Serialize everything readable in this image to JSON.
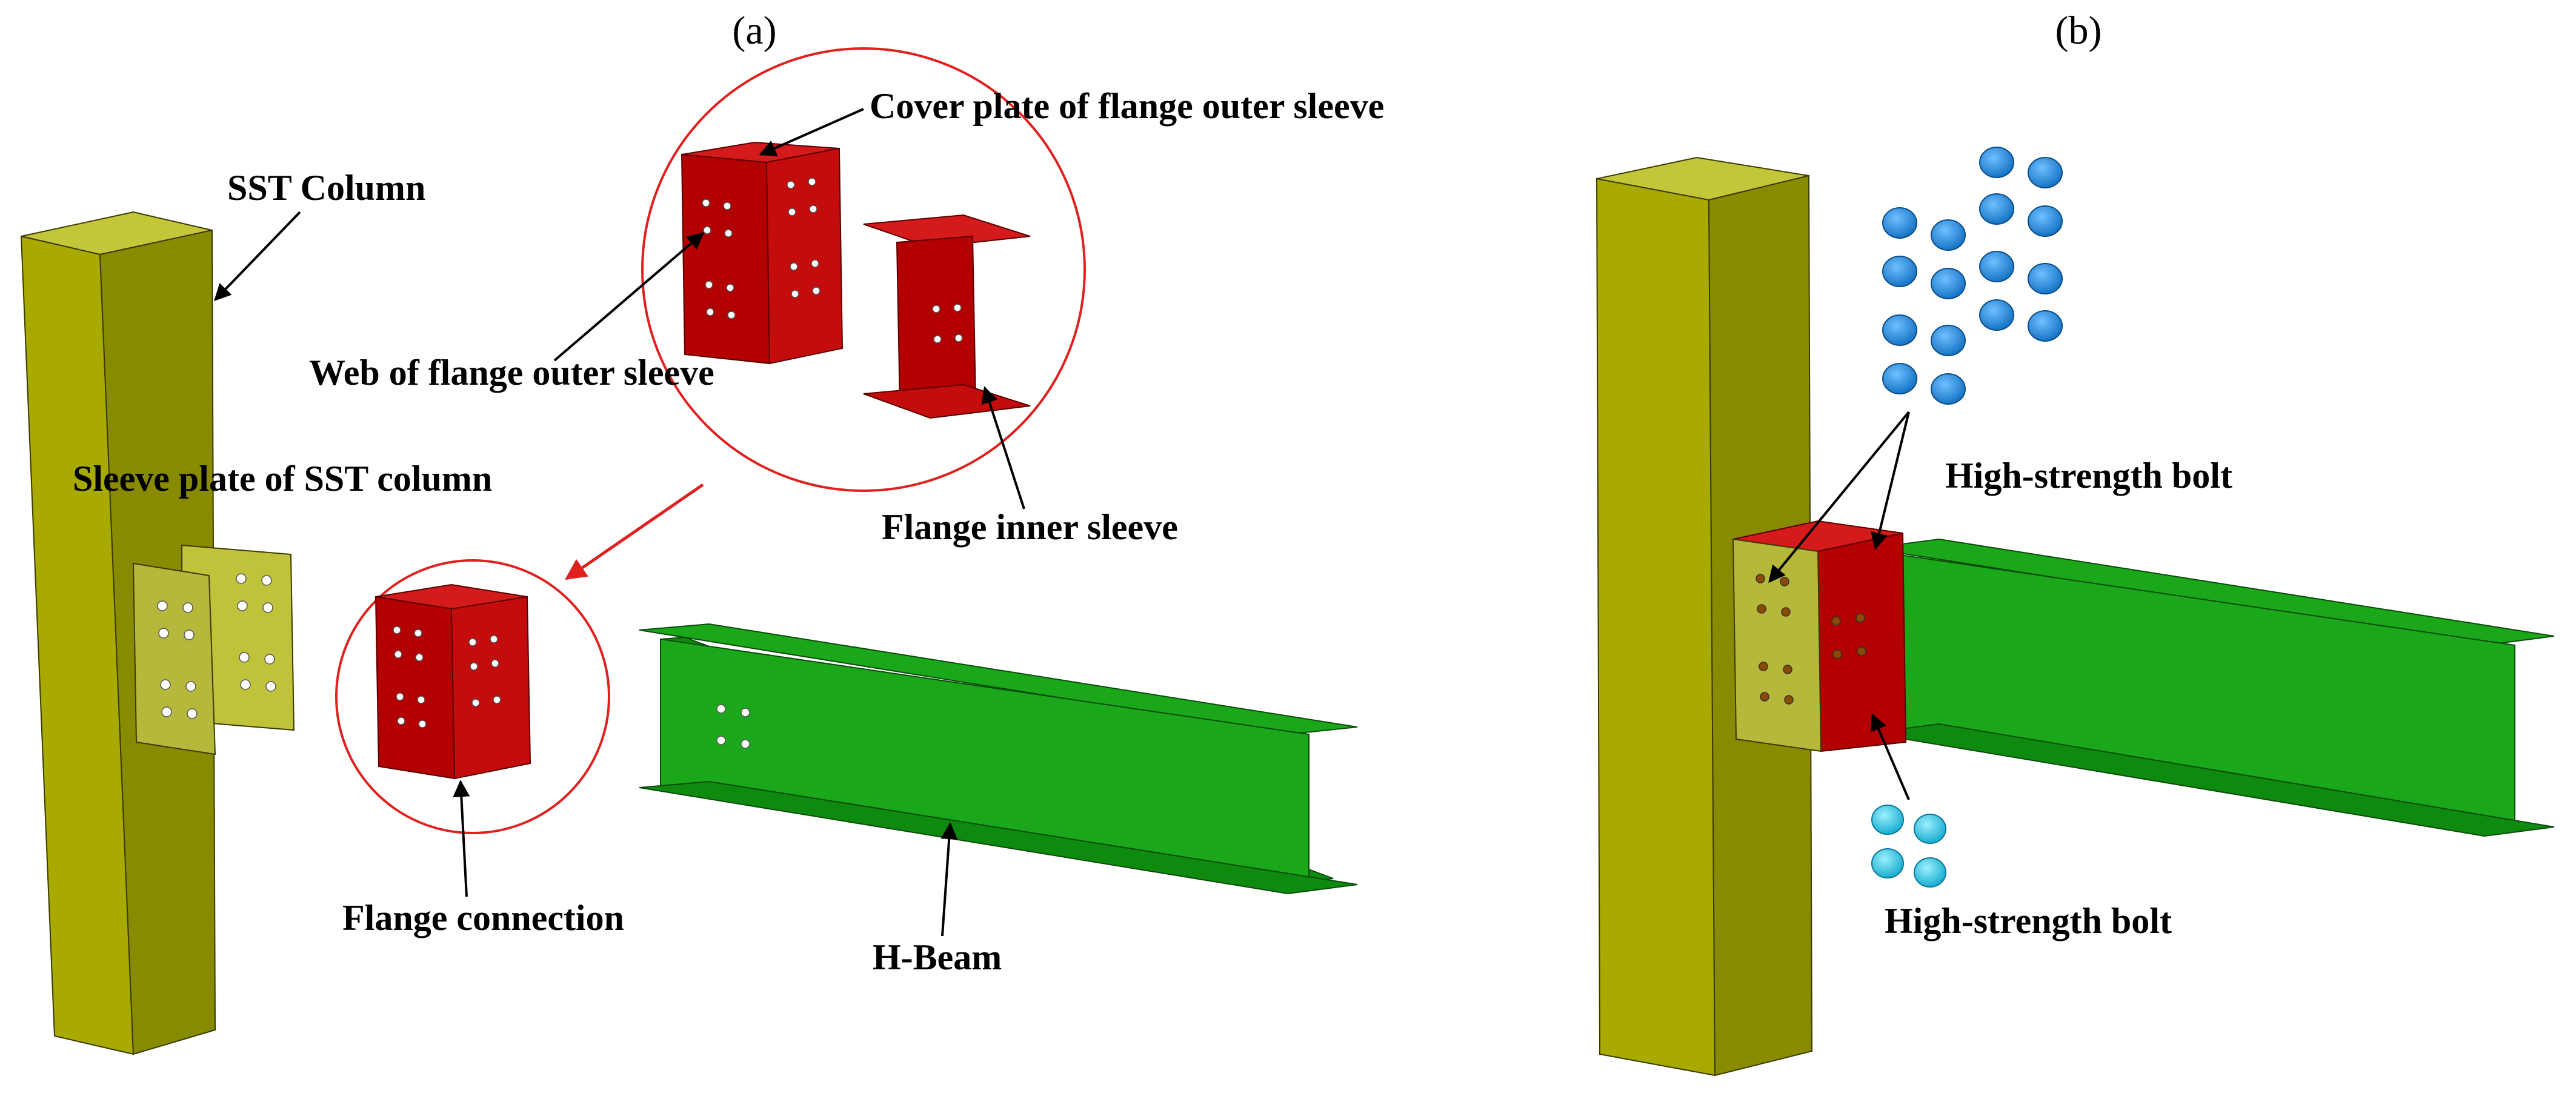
{
  "panels": {
    "a": "(a)",
    "b": "(b)"
  },
  "labels": {
    "sst_column": "SST Column",
    "cover_plate": "Cover plate of flange outer sleeve",
    "web_outer_sleeve": "Web of flange outer sleeve",
    "sleeve_plate": "Sleeve plate of SST column",
    "flange_inner_sleeve": "Flange inner sleeve",
    "flange_connection": "Flange connection",
    "h_beam": "H-Beam",
    "bolt_upper": "High-strength bolt",
    "bolt_lower": "High-strength bolt"
  },
  "colors": {
    "column_front": "#a8aa00",
    "column_side": "#888a00",
    "column_top": "#c4c63a",
    "sleeve": "#b5b83a",
    "red": "#b30000",
    "red_light": "#d41a1a",
    "beam": "#1aa81a",
    "beam_dark": "#0e8a0e",
    "bolt_blue": "#1f8ee0",
    "bolt_cyan": "#21c8e8",
    "highlight_circle": "#e0201e"
  }
}
